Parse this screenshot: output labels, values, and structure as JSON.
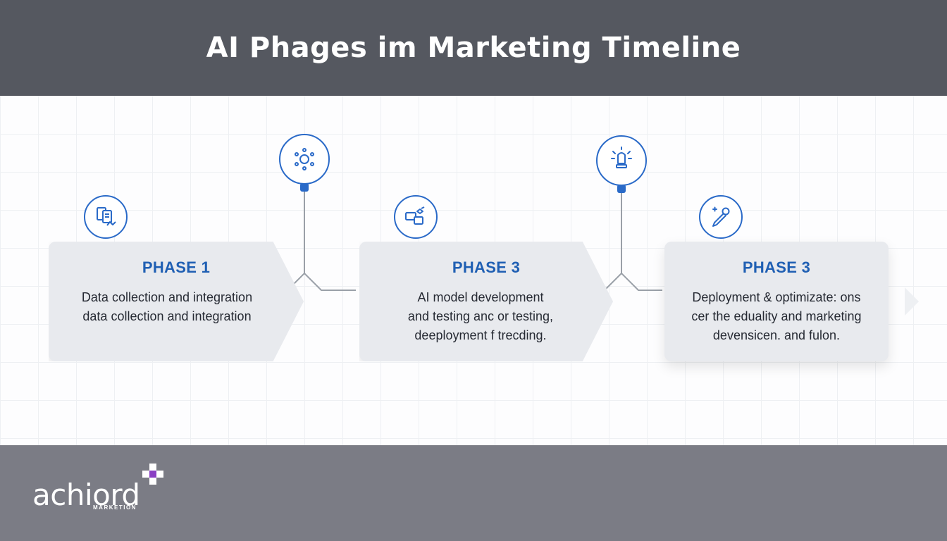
{
  "header": {
    "title": "AI Phages im Marketing Timeline"
  },
  "phases": [
    {
      "title": "PHASE 1",
      "lines": [
        "Data collection and integration",
        "data collection and integration"
      ],
      "icon": "documents-icon"
    },
    {
      "title": "PHASE 3",
      "lines": [
        "AI model development",
        "and testing anc or testing,",
        "deeployment f trecding."
      ],
      "icon": "cubes-icon"
    },
    {
      "title": "PHASE 3",
      "lines": [
        "Deployment & optimizate: ons",
        "cer the eduality and marketing",
        "devensicen. and fulon."
      ],
      "icon": "wrench-icon"
    }
  ],
  "pins": [
    {
      "icon": "brain-network-icon"
    },
    {
      "icon": "lightbulb-icon"
    }
  ],
  "logo": {
    "wordmark": "achiord",
    "subtitle": "MARKETION"
  },
  "colors": {
    "accent": "#2a6ac8",
    "phase_title": "#1f5fb3",
    "header_bg": "#555860",
    "footer_bg": "#7b7c85",
    "card_bg": "#e8eaee",
    "logo_square": "#8a3fc4"
  }
}
